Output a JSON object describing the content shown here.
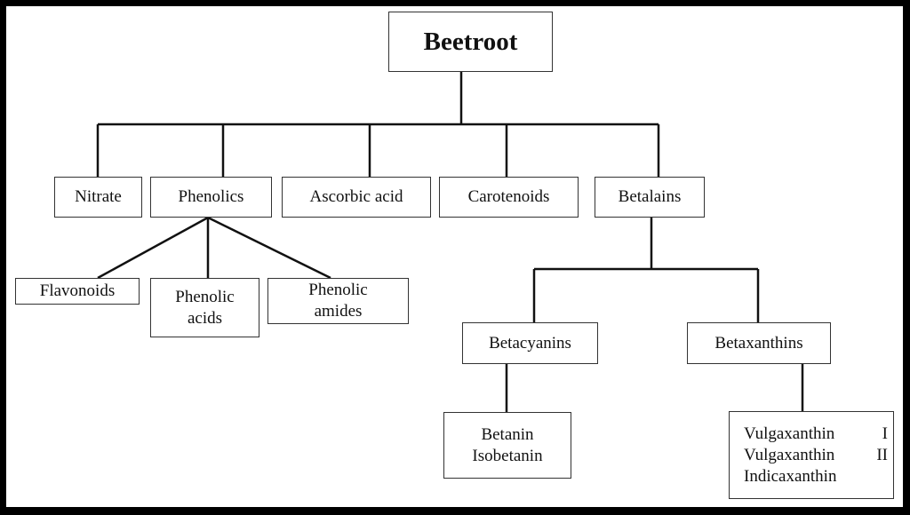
{
  "root": {
    "label": "Beetroot"
  },
  "categories": [
    {
      "label": "Nitrate"
    },
    {
      "label": "Phenolics"
    },
    {
      "label": "Ascorbic acid"
    },
    {
      "label": "Carotenoids"
    },
    {
      "label": "Betalains"
    }
  ],
  "phenolics_children": [
    {
      "label": "Flavonoids"
    },
    {
      "line1": "Phenolic",
      "line2": "acids"
    },
    {
      "line1": "Phenolic",
      "line2": "amides"
    }
  ],
  "betalains_children": [
    {
      "label": "Betacyanins"
    },
    {
      "label": "Betaxanthins"
    }
  ],
  "betacyanins_children": {
    "line1": "Betanin",
    "line2": "Isobetanin"
  },
  "betaxanthins_children": {
    "row1_name": "Vulgaxanthin",
    "row1_num": "I",
    "row2_name": "Vulgaxanthin",
    "row2_num": "II",
    "row3_name": "Indicaxanthin"
  },
  "colors": {
    "frame": "#000000",
    "line": "#111111",
    "box_border": "#333333"
  }
}
